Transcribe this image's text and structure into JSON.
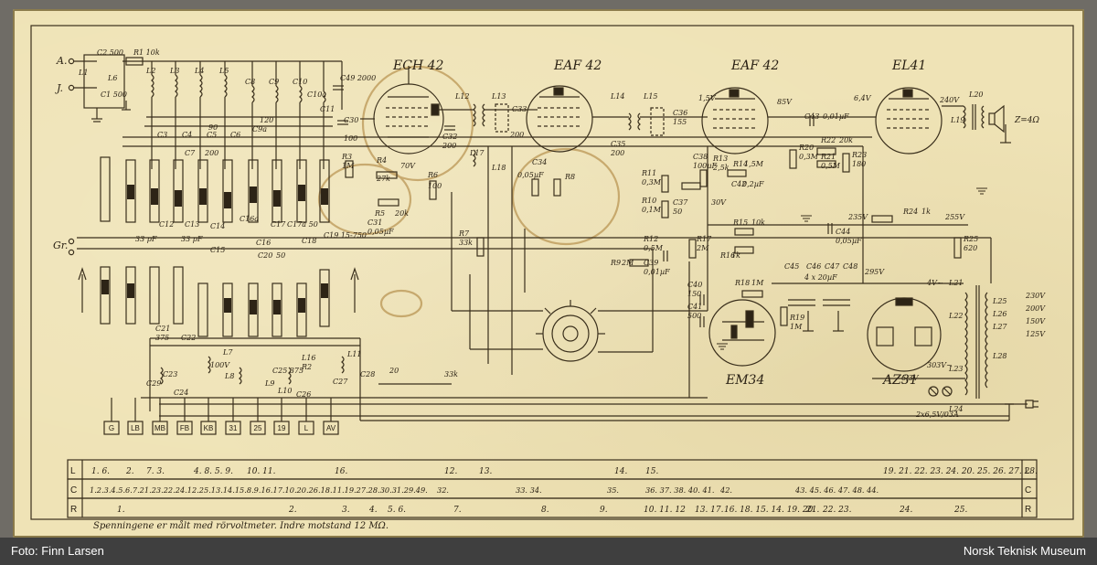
{
  "tubes": {
    "ech42": "ECH 42",
    "eaf42_a": "EAF 42",
    "eaf42_b": "EAF 42",
    "el41": "EL41",
    "em34": "EM34",
    "az31": "AZ31"
  },
  "inputs": {
    "a": "A.",
    "j": "J.",
    "gr": "Gr."
  },
  "components": [
    "C2 500",
    "R1 10k",
    "L1",
    "L6",
    "C1 500",
    "L2",
    "L3",
    "L4",
    "L5",
    "C8",
    "C9",
    "C10",
    "C10a",
    "C11",
    "C49 2000",
    "C30",
    "100",
    "R3",
    "1M",
    "C32",
    "200",
    "C33",
    "200",
    "C36",
    "155",
    "C35",
    "200",
    "C34",
    "0,05µF",
    "R8",
    "R4",
    "27k",
    "70V",
    "R6",
    "100",
    "R5",
    "20k",
    "C31",
    "0,05µF",
    "L12",
    "L13",
    "L14",
    "L15",
    "L17",
    "L18",
    "R7",
    "33k",
    "1,5V",
    "85V",
    "6,4V",
    "240V",
    "L20",
    "L19",
    "Z=4Ω",
    "C43",
    "0,01µF",
    "R22",
    "20k",
    "R20",
    "0,3M",
    "R21",
    "0,5M",
    "R23",
    "180",
    "R11",
    "0,3M",
    "R10",
    "0,1M",
    "C37",
    "50",
    "C38",
    "100µF",
    "R13",
    "2,5k",
    "R14",
    "1,5M",
    "C42",
    "0,2µF",
    "30V",
    "R15",
    "10k",
    "R17",
    "2M",
    "R16",
    "1k",
    "R12",
    "0,5M",
    "R9",
    "2M",
    "C39",
    "0,01µF",
    "235V",
    "C44",
    "0,05µF",
    "R24",
    "1k",
    "255V",
    "R25",
    "620",
    "C45",
    "C46",
    "C47",
    "C48",
    "4 x 20µF",
    "295V",
    "4V~",
    "L21",
    "L25",
    "L22",
    "L26",
    "L27",
    "L23",
    "L24",
    "L28",
    "230V",
    "200V",
    "150V",
    "125V",
    "6,3V",
    "303V~",
    "2x6,5V/03A",
    "C40",
    "150",
    "C41",
    "500",
    "R18",
    "1M",
    "R19",
    "1M",
    "C3",
    "C4",
    "C5",
    "C6",
    "C7",
    "200",
    "C9a",
    "120",
    "90",
    "C12",
    "C13",
    "C14",
    "C15",
    "C16",
    "C16a",
    "C17",
    "C17a 50",
    "C18",
    "C19 15-750",
    "C20",
    "50",
    "33 pF",
    "33 pF",
    "C21",
    "375",
    "C22",
    "C23",
    "C24",
    "C25 375",
    "C26",
    "C27",
    "C28",
    "C29",
    "L7",
    "L8",
    "L9",
    "L10",
    "L11",
    "L16",
    "R2",
    "33k",
    "100V",
    "20",
    "100"
  ],
  "bands": [
    "G",
    "LB",
    "MB",
    "FB",
    "KB",
    "31",
    "25",
    "19",
    "L",
    "AV"
  ],
  "table": {
    "rows": [
      {
        "key": "L",
        "groups": [
          "1. 6.",
          "2.",
          "7. 3.",
          "4. 8. 5. 9.",
          "10. 11.",
          "16.",
          "12.",
          "13.",
          "14.",
          "15.",
          "19. 21. 22. 23. 24. 20. 25. 26. 27. 28."
        ]
      },
      {
        "key": "C",
        "groups": [
          "1.2.3.4.5.6.7.21.23.22.24.12.25.13.14.15.8.9.16.17.10.20.26.18.11.19.27.28.30.31.29.49.",
          "32.",
          "33. 34.",
          "35.",
          "36. 37. 38. 40. 41.",
          "42.",
          "43. 45. 46. 47. 48. 44."
        ]
      },
      {
        "key": "R",
        "groups": [
          "1.",
          "2.",
          "3.",
          "4.",
          "5. 6.",
          "7.",
          "8.",
          "9.",
          "10. 11. 12",
          "13. 17.",
          "16. 18. 15. 14. 19. 20.",
          "21.",
          "22. 23.",
          "24.",
          "25."
        ]
      }
    ],
    "note": "Spenningene er målt med rörvoltmeter. Indre motstand 12 MΩ."
  },
  "credits": {
    "left": "Foto: Finn Larsen",
    "right": "Norsk Teknisk Museum"
  }
}
